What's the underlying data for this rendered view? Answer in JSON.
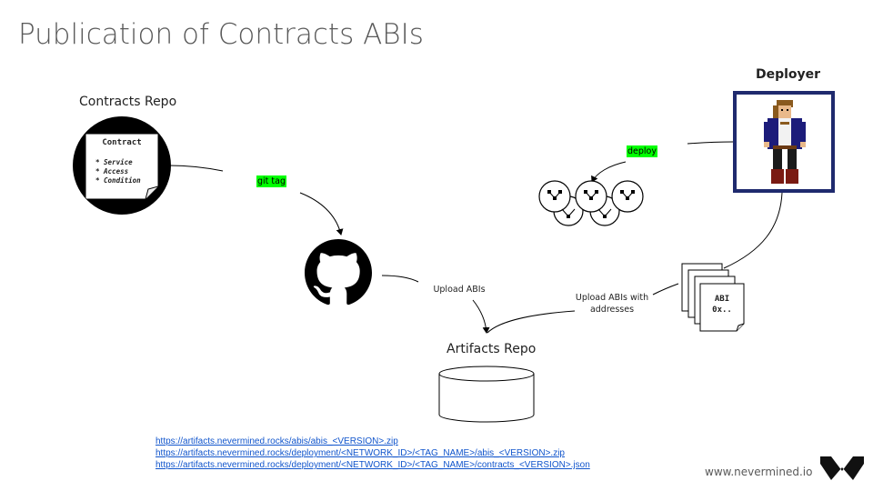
{
  "title": "Publication of Contracts ABIs",
  "nodes": {
    "contracts_repo": "Contracts Repo",
    "deployer": "Deployer",
    "artifacts_repo": "Artifacts Repo"
  },
  "contract_doc": {
    "heading": "Contract",
    "items": [
      "* Service",
      "* Access",
      "* Condition"
    ]
  },
  "abi_doc": {
    "line1": "ABI",
    "line2": "0x.."
  },
  "edges": {
    "git_tag": "git tag",
    "deploy": "deploy",
    "upload_abis": "Upload ABIs",
    "upload_abis_addresses_1": "Upload ABIs with",
    "upload_abis_addresses_2": "addresses"
  },
  "links": [
    "https://artifacts.nevermined.rocks/abis/abis_<VERSION>.zip",
    "https://artifacts.nevermined.rocks/deployment/<NETWORK_ID>/<TAG_NAME>/abis_<VERSION>.zip",
    "https://artifacts.nevermined.rocks/deployment/<NETWORK_ID>/<TAG_NAME>/contracts_<VERSION>.json"
  ],
  "footer": {
    "site": "www.nevermined.io"
  },
  "icons": {
    "github": "github-icon",
    "nodes": "network-nodes-icon",
    "deployer": "pirate-character-icon",
    "database": "database-icon",
    "logo": "nevermined-logo"
  }
}
